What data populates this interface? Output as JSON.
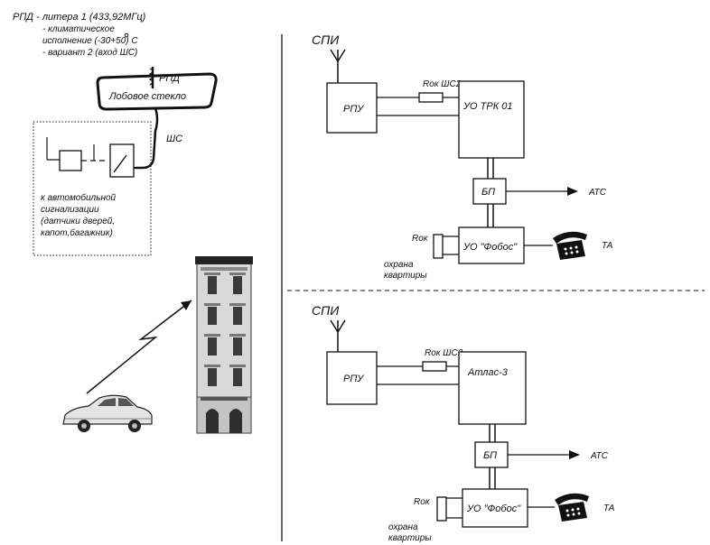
{
  "left_panel": {
    "spec_lines": [
      "РПД - литера 1 (433,92МГц)",
      "- климатическое",
      "исполнение (-30+50)  С",
      "- вариант 2 (вход ШС)"
    ],
    "rpd_label": "РПД",
    "windshield_label": "Лобовое стекло",
    "loop_label": "ШС",
    "signalling_lines": [
      "к автомобильной",
      "сигнализации",
      "(датчики дверей,",
      "капот,багажник)"
    ]
  },
  "scheme_top": {
    "spi_label": "СПИ",
    "rpu_label": "РПУ",
    "rok_shs2_label": "Rок ШС2",
    "controller_label": "УО ТРК 01",
    "bp_label": "БП",
    "ats_label": "АТС",
    "rok_label": "Rок",
    "fobos_label": "УО \"Фобос\"",
    "ta_label": "ТА",
    "guard_lines": [
      "охрана",
      "квартиры"
    ]
  },
  "scheme_bottom": {
    "spi_label": "СПИ",
    "rpu_label": "РПУ",
    "rok_shs2_label": "Rок ШС2",
    "controller_label": "Атлас-3",
    "bp_label": "БП",
    "ats_label": "АТС",
    "rok_label": "Rок",
    "fobos_label": "УО \"Фобос\"",
    "ta_label": "ТА",
    "guard_lines": [
      "охрана",
      "квартиры"
    ]
  },
  "icons": {
    "antenna": "antenna-icon",
    "telephone": "telephone-icon",
    "car": "car-icon",
    "building": "building-icon",
    "radio_link": "lightning-arrow-icon"
  }
}
